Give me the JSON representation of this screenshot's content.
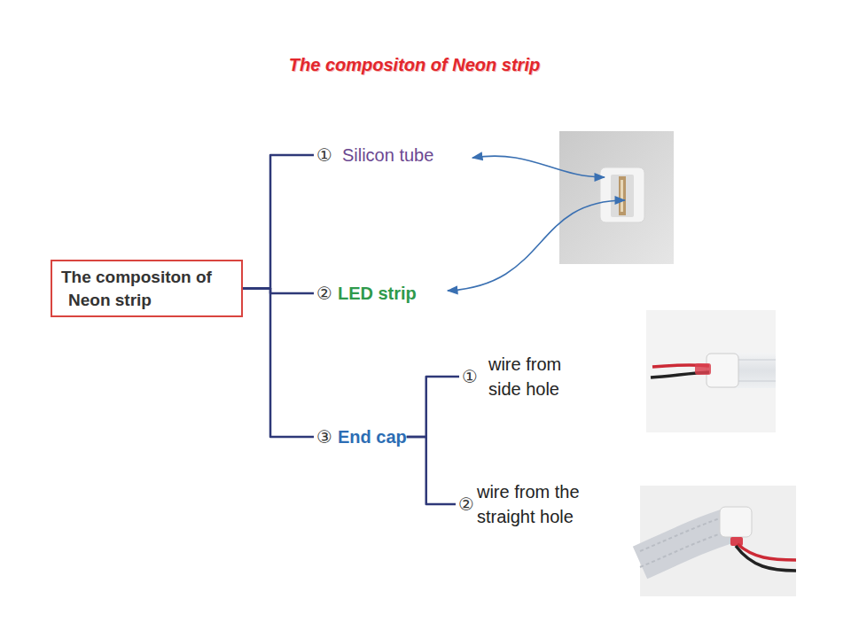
{
  "diagram": {
    "title": "The compositon of Neon strip",
    "nodes": [
      {
        "text": [
          "The compositon of Neon strip"
        ]
      },
      {
        "text": [
          "①",
          "Silicon tube"
        ]
      },
      {
        "text": [
          "②",
          "LED strip"
        ]
      },
      {
        "text": [
          "③",
          "End cap"
        ]
      },
      {
        "text": [
          "①",
          "wire from side hole"
        ]
      },
      {
        "text": [
          "②",
          "wire from the straight hole"
        ]
      }
    ],
    "edges": [
      {
        "from": 0,
        "to": 1,
        "arrow": "none"
      },
      {
        "from": 0,
        "to": 2,
        "arrow": "none"
      },
      {
        "from": 0,
        "to": 3,
        "arrow": "none"
      },
      {
        "from": 3,
        "to": 4,
        "arrow": "none"
      },
      {
        "from": 3,
        "to": 5,
        "arrow": "none"
      }
    ]
  }
}
